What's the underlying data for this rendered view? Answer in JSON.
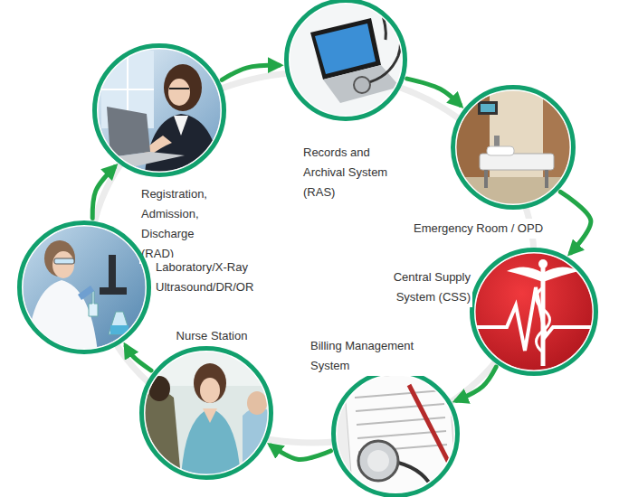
{
  "diagram": {
    "nodes": [
      {
        "text": [
          "Registration, Admission, Discharge (RAD)"
        ]
      },
      {
        "text": [
          "Records and Archival System (RAS)"
        ]
      },
      {
        "text": [
          "Emergency Room / OPD"
        ]
      },
      {
        "text": [
          "Central Supply System (CSS)"
        ]
      },
      {
        "text": [
          "Billing Management System"
        ]
      },
      {
        "text": [
          "Nurse Station"
        ]
      },
      {
        "text": [
          "Laboratory/X-Ray Ultrasound/DR/OR"
        ]
      }
    ],
    "edges": [
      {
        "from": 0,
        "to": 1,
        "arrow": "to"
      },
      {
        "from": 1,
        "to": 2,
        "arrow": "to"
      },
      {
        "from": 2,
        "to": 3,
        "arrow": "to"
      },
      {
        "from": 3,
        "to": 4,
        "arrow": "to"
      },
      {
        "from": 4,
        "to": 5,
        "arrow": "to"
      },
      {
        "from": 5,
        "to": 6,
        "arrow": "to"
      },
      {
        "from": 6,
        "to": 0,
        "arrow": "to"
      }
    ]
  }
}
